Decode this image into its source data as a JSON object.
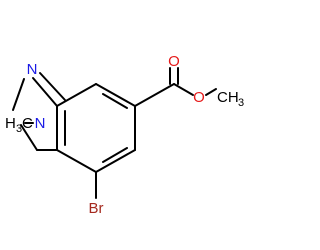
{
  "molecule": {
    "atoms": {
      "n1": "N",
      "n2": "N",
      "h3c_h": "H",
      "h3c_sub": "3",
      "h3c_c": "C",
      "o_carbonyl": "O",
      "o_ester": "O",
      "ch3": "CH",
      "ch3_sub": "3",
      "br": "Br"
    },
    "colors": {
      "bond": "#000000",
      "carbon_label": "#000000",
      "nitrogen": "#1a1ae6",
      "oxygen": "#e61a1a",
      "bromine": "#a5291e"
    }
  }
}
